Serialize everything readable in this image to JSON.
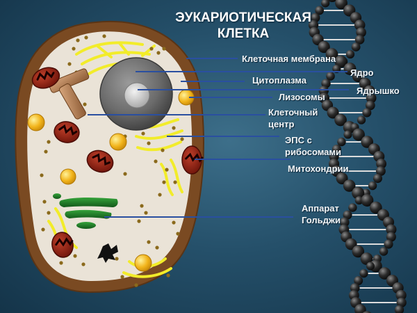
{
  "title": "ЭУКАРИОТИЧЕСКАЯ КЛЕТКА",
  "labels": {
    "membrane": "Клеточная мембрана",
    "nucleus": "Ядро",
    "cytoplasm": "Цитоплазма",
    "nucleolus": "Ядрышко",
    "lysosomes": "Лизосомы",
    "centrosome": "Клеточный центр",
    "er": "ЭПС с рибосомами",
    "mitochondria": "Митохондрии",
    "golgi": "Аппарат Гольджи"
  },
  "colors": {
    "background": "#25506a",
    "cell_wall": "#7a4a22",
    "cytoplasm": "#eae3d7",
    "nucleus": "#6d6d6d",
    "er": "#f2ec2a",
    "mitochondria": "#8c1e10",
    "lysosome": "#f2b41b",
    "golgi": "#1e7a20",
    "leader_line": "#2a4fa0"
  }
}
